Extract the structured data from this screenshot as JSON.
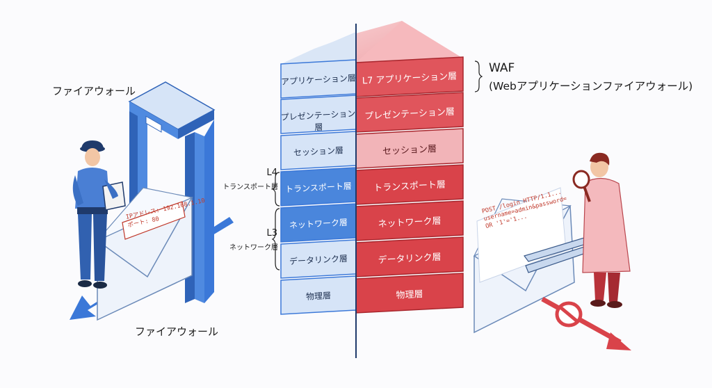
{
  "left": {
    "firewall_label_top": "ファイアウォール",
    "firewall_label_bottom": "ファイアウォール",
    "packet_header": {
      "ip_line": "IPアドレス: 192.168.1.10",
      "port_line": "ポート: 80"
    }
  },
  "osi_layers_blue": [
    "アプリケーション層",
    "プレゼンテーション層",
    "セッション層",
    "トランスポート層",
    "ネットワーク層",
    "データリンク層",
    "物理層"
  ],
  "osi_layers_red": [
    "L7 アプリケーション層",
    "プレゼンテーション層",
    "セッション層",
    "トランスポート層",
    "ネットワーク層",
    "データリンク層",
    "物理層"
  ],
  "brackets": {
    "l4": {
      "tag": "L4",
      "name": "トランスポート層"
    },
    "l3": {
      "tag": "L3",
      "name": "ネットワーク層"
    }
  },
  "waf": {
    "title": "WAF",
    "subtitle": "(Webアプリケーションファイアウォール)"
  },
  "right": {
    "payload": {
      "line1": "POST /login HTTP/1.1...",
      "line2": "username=admin&password=",
      "line3": "OR '1'='1..."
    }
  },
  "colors": {
    "blue": "#3b78d8",
    "blue_light": "#d6e4f7",
    "red": "#d9434a",
    "red_light": "#f4c6c8",
    "divider": "#1f3a6b"
  }
}
